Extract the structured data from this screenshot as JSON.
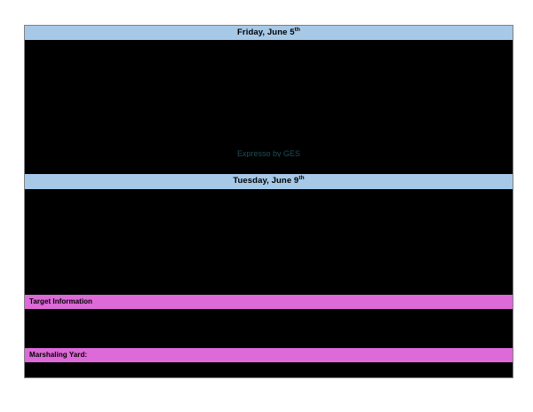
{
  "page": {
    "background_color": "#ffffff",
    "content_background_color": "#000000",
    "header_color": "#a6c9e8",
    "section_color": "#dd6ad8",
    "link_color": "#1f4e5a"
  },
  "sections": [
    {
      "type": "day-header",
      "label_prefix": "Friday, June 5",
      "label_suffix": "th"
    },
    {
      "type": "link",
      "label": "Expresso by GES"
    },
    {
      "type": "day-header",
      "label_prefix": "Tuesday, June 9",
      "label_suffix": "th"
    },
    {
      "type": "section-bar",
      "label": "Target Information"
    },
    {
      "type": "section-bar",
      "label": "Marshaling Yard:"
    }
  ],
  "headers": {
    "friday_prefix": "Friday, June 5",
    "friday_suffix": "th",
    "tuesday_prefix": "Tuesday, June 9",
    "tuesday_suffix": "th"
  },
  "link": {
    "label": "Expresso by GES"
  },
  "bars": {
    "target_information": "Target Information",
    "marshaling_yard": "Marshaling Yard:"
  }
}
